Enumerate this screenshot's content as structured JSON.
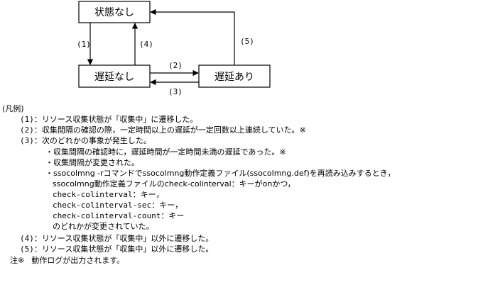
{
  "diagram": {
    "states": {
      "no_state": "状態なし",
      "no_delay": "遅延なし",
      "delay": "遅延あり"
    },
    "edges": {
      "e1": "(1)",
      "e2": "(2)",
      "e3": "(3)",
      "e4": "(4)",
      "e5": "(5)"
    }
  },
  "legend": {
    "title": "(凡例)",
    "items": [
      {
        "num": "(1)：",
        "text": "リソース収集状態が「収集中」に遷移した。"
      },
      {
        "num": "(2)：",
        "text": "収集間隔の確認の際，一定時間以上の遅延が一定回数以上連続していた。※"
      },
      {
        "num": "(3)：",
        "text": "次のどれかの事象が発生した。"
      },
      {
        "num": "(4)：",
        "text": "リソース収集状態が「収集中」以外に遷移した。"
      },
      {
        "num": "(5)：",
        "text": "リソース収集状態が「収集中」以外に遷移した。"
      }
    ],
    "sub3": [
      "・収集間隔の確認時に，遅延時間が一定時間未満の遅延であった。※",
      "・収集間隔が変更された。",
      "・ssocolmng -rコマンドでssocolmng動作定義ファイル(ssocolmng.def)を再読み込みするとき，",
      "ssocolmng動作定義ファイルのcheck-colinterval：キーがonかつ，",
      "check-colinterval：キー，",
      "check-colinterval-sec：キー，",
      "check-colinterval-count：キー",
      "のどれかが変更されていた。"
    ],
    "note_label": "注※",
    "note_text": "動作ログが出力されます。"
  }
}
